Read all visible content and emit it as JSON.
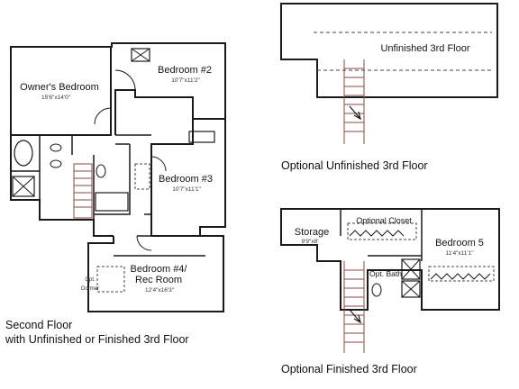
{
  "colors": {
    "wall": "#1a1a1a",
    "stair": "#8b4a3f",
    "dash": "#444444"
  },
  "second_floor": {
    "owners_bedroom": {
      "name": "Owner's Bedroom",
      "dim": "15'6\"x14'0\""
    },
    "bedroom2": {
      "name": "Bedroom #2",
      "dim": "10'7\"x11'2\""
    },
    "bedroom3": {
      "name": "Bedroom #3",
      "dim": "10'7\"x11'1\""
    },
    "bedroom4": {
      "name_line1": "Bedroom #4/",
      "name_line2": "Rec Room",
      "dim": "12'4\"x16'3\""
    },
    "opt_dormer": {
      "line1": "Opt.",
      "line2": "Dormer"
    },
    "caption_line1": "Second Floor",
    "caption_line2": "with Unfinished or Finished 3rd Floor"
  },
  "unfinished_3rd": {
    "label": "Unfinished 3rd Floor",
    "caption": "Optional Unfinished 3rd Floor"
  },
  "finished_3rd": {
    "storage": {
      "name": "Storage",
      "dim": "9'9\"x8'"
    },
    "opt_closet": "Optional Closet",
    "bedroom5": {
      "name": "Bedroom 5",
      "dim": "11'4\"x11'1\""
    },
    "opt_bath": "Opt. Bath",
    "caption": "Optional Finished 3rd Floor"
  }
}
